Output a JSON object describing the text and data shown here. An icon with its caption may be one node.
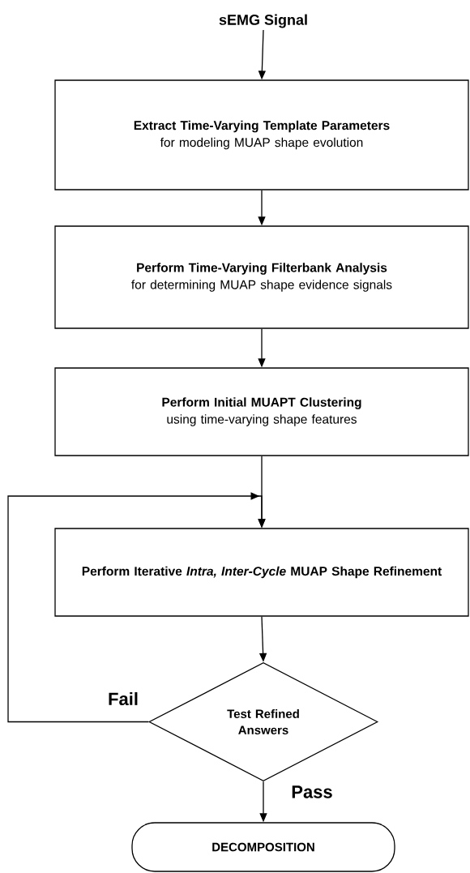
{
  "diagram": {
    "nodes": [
      {
        "text": [
          "sEMG Signal"
        ]
      },
      {
        "text": [
          "Extract Time-Varying Template Parameters",
          "for modeling MUAP shape evolution"
        ]
      },
      {
        "text": [
          "Perform Time-Varying Filterbank Analysis",
          "for determining MUAP shape evidence signals"
        ]
      },
      {
        "text": [
          "Perform Initial MUAPT Clustering",
          "using time-varying shape features"
        ]
      },
      {
        "text": [
          "Perform Iterative *Intra, Inter-Cycle* MUAP Shape Refinement"
        ]
      },
      {
        "text": [
          "Test Refined Answers"
        ]
      },
      {
        "text": [
          "DECOMPOSITION"
        ]
      }
    ],
    "edges": [
      {
        "from": 0,
        "to": 1,
        "arrow": "to"
      },
      {
        "from": 1,
        "to": 2,
        "arrow": "to"
      },
      {
        "from": 2,
        "to": 3,
        "arrow": "to"
      },
      {
        "from": 3,
        "to": 4,
        "arrow": "to"
      },
      {
        "from": 4,
        "to": 5,
        "arrow": "to"
      },
      {
        "from": 5,
        "to": 4,
        "arrow": "to",
        "label": "Fail"
      },
      {
        "from": 5,
        "to": 6,
        "arrow": "to",
        "label": "Pass"
      }
    ]
  }
}
